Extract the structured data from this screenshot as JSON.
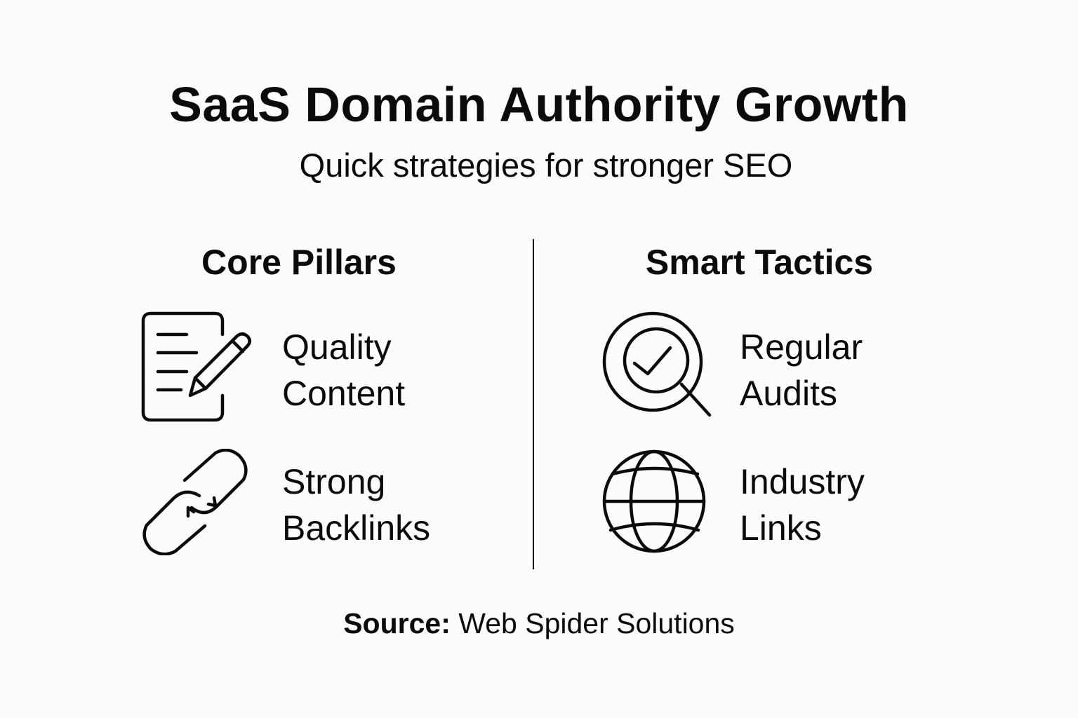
{
  "header": {
    "title": "SaaS Domain Authority Growth",
    "subtitle": "Quick strategies for stronger SEO"
  },
  "columns": [
    {
      "heading": "Core Pillars",
      "items": [
        {
          "label": "Quality\nContent",
          "icon": "document-pencil-icon"
        },
        {
          "label": "Strong\nBacklinks",
          "icon": "chain-link-icon"
        }
      ]
    },
    {
      "heading": "Smart Tactics",
      "items": [
        {
          "label": "Regular\nAudits",
          "icon": "magnifier-check-icon"
        },
        {
          "label": "Industry\nLinks",
          "icon": "globe-icon"
        }
      ]
    }
  ],
  "footer": {
    "source_label": "Source:",
    "source_value": "Web Spider Solutions"
  },
  "colors": {
    "background": "#fdfcfa",
    "ink": "#0b0b0b"
  }
}
